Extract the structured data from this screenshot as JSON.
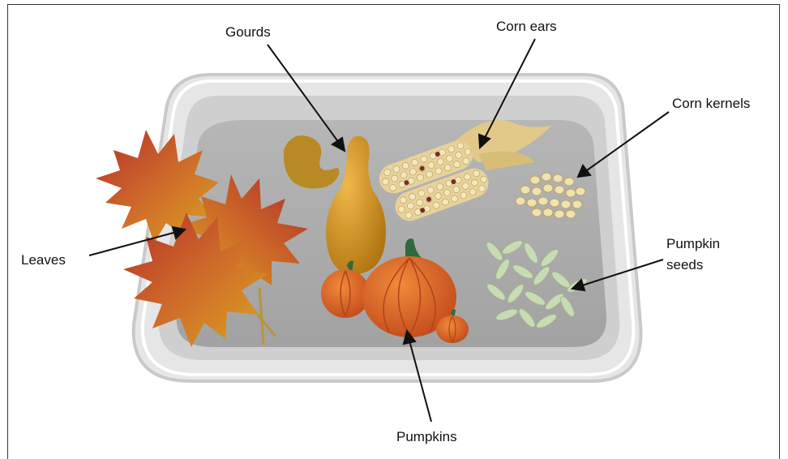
{
  "labels": {
    "gourds": "Gourds",
    "corn_ears": "Corn ears",
    "corn_kernels": "Corn kernels",
    "leaves": "Leaves",
    "pumpkin_seeds_line1": "Pumpkin",
    "pumpkin_seeds_line2": "seeds",
    "pumpkins": "Pumpkins"
  },
  "colors": {
    "tray_rim": "#d9d9d9",
    "tray_floor": "#a8a8a8",
    "leaf_red": "#b5302a",
    "leaf_gold": "#d9a520",
    "gourd": "#c98d1c",
    "pumpkin": "#d9601f",
    "stem": "#2f6b3a",
    "kernel": "#efe2b0",
    "seed": "#c8dcb4"
  }
}
